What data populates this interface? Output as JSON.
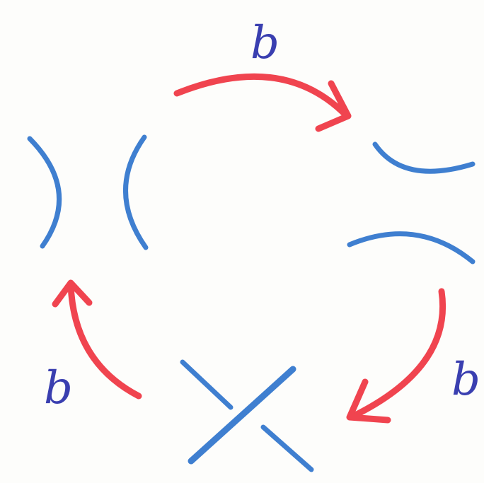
{
  "colors": {
    "strand": "#3f7fd0",
    "arrow": "#f0444f",
    "label": "#3a3fb0",
    "background": "#fdfdfb"
  },
  "diagram": {
    "states": [
      {
        "name": "two-vertical-arcs"
      },
      {
        "name": "two-horizontal-arcs"
      },
      {
        "name": "crossing"
      }
    ],
    "moves": [
      {
        "name": "move-top",
        "label": "b",
        "from": "two-vertical-arcs",
        "to": "two-horizontal-arcs"
      },
      {
        "name": "move-right",
        "label": "b",
        "from": "two-horizontal-arcs",
        "to": "crossing"
      },
      {
        "name": "move-left",
        "label": "b",
        "from": "crossing",
        "to": "two-vertical-arcs"
      }
    ]
  }
}
